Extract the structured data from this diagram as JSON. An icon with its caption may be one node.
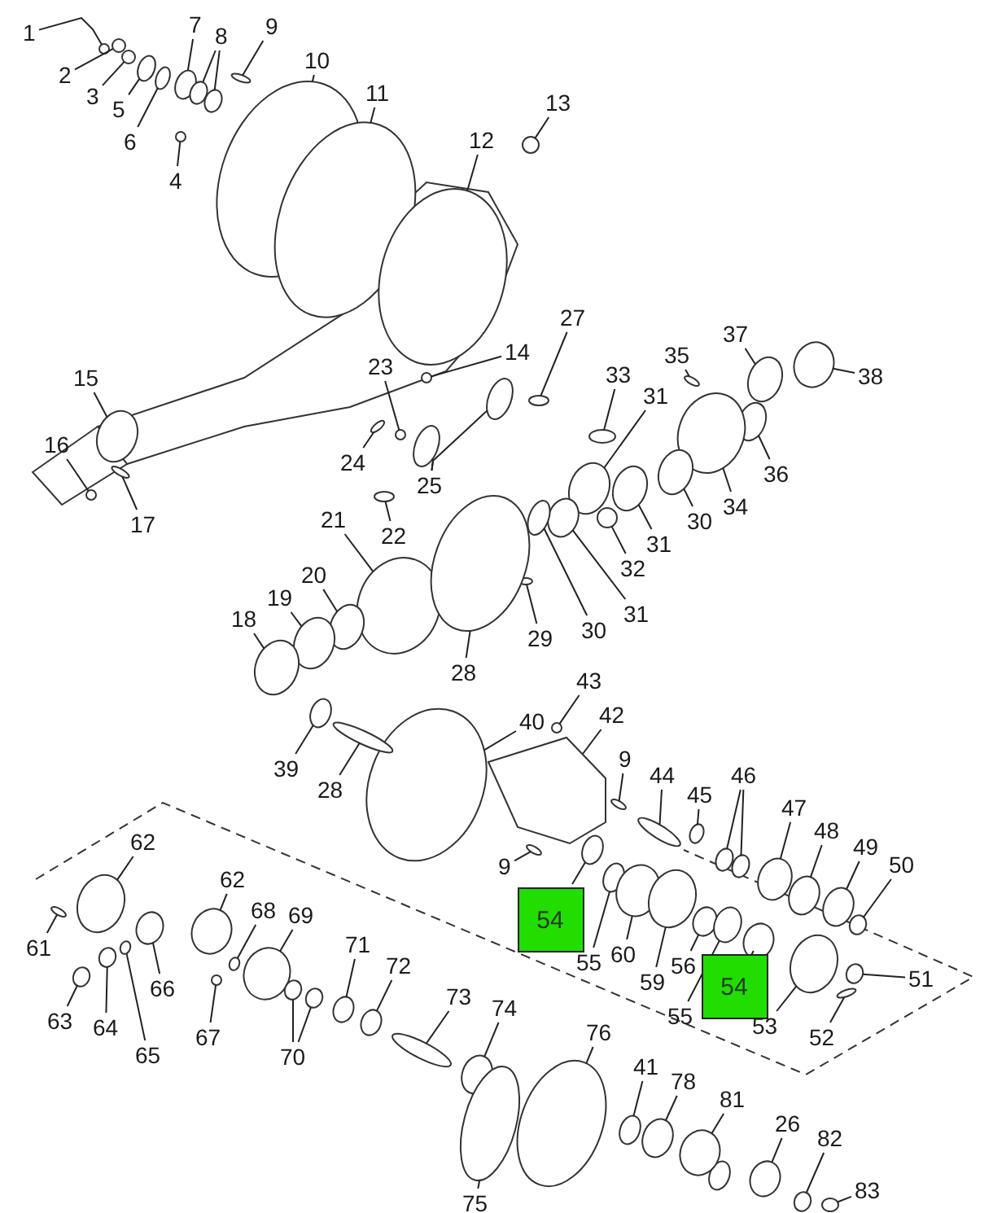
{
  "diagram": {
    "nodes": [
      {
        "text": [
          "1"
        ]
      },
      {
        "text": [
          "2"
        ]
      },
      {
        "text": [
          "3"
        ]
      },
      {
        "text": [
          "5"
        ]
      },
      {
        "text": [
          "6"
        ]
      },
      {
        "text": [
          "7"
        ]
      },
      {
        "text": [
          "8"
        ]
      },
      {
        "text": [
          "9"
        ]
      },
      {
        "text": [
          "10"
        ]
      },
      {
        "text": [
          "4"
        ]
      },
      {
        "text": [
          "11"
        ]
      },
      {
        "text": [
          "12"
        ]
      },
      {
        "text": [
          "13"
        ]
      },
      {
        "text": [
          "14"
        ]
      },
      {
        "text": [
          "15"
        ]
      },
      {
        "text": [
          "27"
        ]
      },
      {
        "text": [
          "23"
        ]
      },
      {
        "text": [
          "33"
        ]
      },
      {
        "text": [
          "35"
        ]
      },
      {
        "text": [
          "37"
        ]
      },
      {
        "text": [
          "38"
        ]
      },
      {
        "text": [
          "31"
        ]
      },
      {
        "text": [
          "16"
        ]
      },
      {
        "text": [
          "17"
        ]
      },
      {
        "text": [
          "24"
        ]
      },
      {
        "text": [
          "25"
        ]
      },
      {
        "text": [
          "36"
        ]
      },
      {
        "text": [
          "34"
        ]
      },
      {
        "text": [
          "30"
        ]
      },
      {
        "text": [
          "22"
        ]
      },
      {
        "text": [
          "21"
        ]
      },
      {
        "text": [
          "31"
        ]
      },
      {
        "text": [
          "32"
        ]
      },
      {
        "text": [
          "20"
        ]
      },
      {
        "text": [
          "19"
        ]
      },
      {
        "text": [
          "31"
        ]
      },
      {
        "text": [
          "30"
        ]
      },
      {
        "text": [
          "18"
        ]
      },
      {
        "text": [
          "29"
        ]
      },
      {
        "text": [
          "28"
        ]
      },
      {
        "text": [
          "43"
        ]
      },
      {
        "text": [
          "40"
        ]
      },
      {
        "text": [
          "42"
        ]
      },
      {
        "text": [
          "9"
        ]
      },
      {
        "text": [
          "39"
        ]
      },
      {
        "text": [
          "44"
        ]
      },
      {
        "text": [
          "46"
        ]
      },
      {
        "text": [
          "28"
        ]
      },
      {
        "text": [
          "45"
        ]
      },
      {
        "text": [
          "47"
        ]
      },
      {
        "text": [
          "48"
        ]
      },
      {
        "text": [
          "62"
        ]
      },
      {
        "text": [
          "50"
        ]
      },
      {
        "text": [
          "49"
        ]
      },
      {
        "text": [
          "9"
        ]
      },
      {
        "text": [
          "54"
        ]
      },
      {
        "text": [
          "62"
        ]
      },
      {
        "text": [
          "68"
        ]
      },
      {
        "text": [
          "69"
        ]
      },
      {
        "text": [
          "55"
        ]
      },
      {
        "text": [
          "60"
        ]
      },
      {
        "text": [
          "71"
        ]
      },
      {
        "text": [
          "61"
        ]
      },
      {
        "text": [
          "56"
        ]
      },
      {
        "text": [
          "72"
        ]
      },
      {
        "text": [
          "51"
        ]
      },
      {
        "text": [
          "59"
        ]
      },
      {
        "text": [
          "54"
        ]
      },
      {
        "text": [
          "66"
        ]
      },
      {
        "text": [
          "73"
        ]
      },
      {
        "text": [
          "55"
        ]
      },
      {
        "text": [
          "74"
        ]
      },
      {
        "text": [
          "63"
        ]
      },
      {
        "text": [
          "53"
        ]
      },
      {
        "text": [
          "64"
        ]
      },
      {
        "text": [
          "76"
        ]
      },
      {
        "text": [
          "52"
        ]
      },
      {
        "text": [
          "67"
        ]
      },
      {
        "text": [
          "65"
        ]
      },
      {
        "text": [
          "70"
        ]
      },
      {
        "text": [
          "41"
        ]
      },
      {
        "text": [
          "78"
        ]
      },
      {
        "text": [
          "81"
        ]
      },
      {
        "text": [
          "26"
        ]
      },
      {
        "text": [
          "82"
        ]
      },
      {
        "text": [
          "75"
        ]
      },
      {
        "text": [
          "83"
        ]
      },
      {
        "text": [],
        "shape": "circle"
      },
      {
        "text": [],
        "shape": "circle"
      },
      {
        "text": [],
        "shape": "circle"
      },
      {
        "text": [],
        "shape": "circle"
      },
      {
        "text": [],
        "shape": "circle"
      },
      {
        "text": [],
        "shape": "circle"
      },
      {
        "text": [],
        "shape": "circle"
      },
      {
        "text": [],
        "shape": "circle"
      },
      {
        "text": [],
        "shape": "circle"
      },
      {
        "text": [],
        "shape": "circle"
      },
      {
        "text": [],
        "shape": "circle"
      },
      {
        "text": [],
        "shape": "circle"
      },
      {
        "text": [],
        "shape": "circle"
      },
      {
        "text": [],
        "shape": "circle"
      },
      {
        "text": [],
        "shape": "circle"
      },
      {
        "text": [],
        "shape": "circle"
      },
      {
        "text": [],
        "shape": "circle"
      },
      {
        "text": [],
        "shape": "circle"
      },
      {
        "text": [],
        "shape": "circle"
      },
      {
        "text": [],
        "shape": "circle"
      },
      {
        "text": [],
        "shape": "circle"
      },
      {
        "text": [],
        "shape": "circle"
      },
      {
        "text": [],
        "shape": "circle"
      },
      {
        "text": [],
        "shape": "circle"
      },
      {
        "text": [],
        "shape": "circle"
      },
      {
        "text": [],
        "shape": "circle"
      },
      {
        "text": [],
        "shape": "circle"
      },
      {
        "text": [],
        "shape": "circle"
      },
      {
        "text": [],
        "shape": "circle"
      },
      {
        "text": [],
        "shape": "circle"
      },
      {
        "text": [],
        "shape": "circle"
      },
      {
        "text": [],
        "shape": "circle"
      },
      {
        "text": [],
        "shape": "circle"
      },
      {
        "text": [],
        "shape": "circle"
      },
      {
        "text": [],
        "shape": "circle"
      },
      {
        "text": [],
        "shape": "circle"
      },
      {
        "text": [],
        "shape": "circle"
      },
      {
        "text": [],
        "shape": "circle"
      },
      {
        "text": [],
        "shape": "circle"
      },
      {
        "text": [],
        "shape": "circle"
      },
      {
        "text": [],
        "shape": "circle"
      },
      {
        "text": [],
        "shape": "circle"
      },
      {
        "text": [],
        "shape": "circle"
      },
      {
        "text": [],
        "shape": "circle"
      },
      {
        "text": [],
        "shape": "box"
      },
      {
        "text": [],
        "shape": "circle"
      },
      {
        "text": [],
        "shape": "circle"
      },
      {
        "text": [],
        "shape": "circle"
      },
      {
        "text": [],
        "shape": "circle"
      },
      {
        "text": [],
        "shape": "circle"
      },
      {
        "text": [],
        "shape": "circle"
      },
      {
        "text": [],
        "shape": "circle"
      },
      {
        "text": [],
        "shape": "circle"
      },
      {
        "text": [],
        "shape": "circle"
      },
      {
        "text": [],
        "shape": "circle"
      },
      {
        "text": [],
        "shape": "circle"
      },
      {
        "text": [],
        "shape": "circle"
      },
      {
        "text": [],
        "shape": "circle"
      },
      {
        "text": [],
        "shape": "circle"
      },
      {
        "text": [],
        "shape": "circle"
      },
      {
        "text": [],
        "shape": "circle"
      },
      {
        "text": [],
        "shape": "circle"
      },
      {
        "text": [],
        "shape": "circle"
      },
      {
        "text": [],
        "shape": "circle"
      },
      {
        "text": [],
        "shape": "circle"
      },
      {
        "text": [],
        "shape": "circle"
      },
      {
        "text": [],
        "shape": "circle"
      },
      {
        "text": [],
        "shape": "circle"
      },
      {
        "text": [],
        "shape": "circle"
      },
      {
        "text": [],
        "shape": "circle"
      },
      {
        "text": [],
        "shape": "circle"
      },
      {
        "text": [],
        "shape": "circle"
      },
      {
        "text": [],
        "shape": "circle"
      },
      {
        "text": [],
        "shape": "circle"
      },
      {
        "text": [],
        "shape": "circle"
      },
      {
        "text": [],
        "shape": "circle"
      },
      {
        "text": [],
        "shape": "circle"
      },
      {
        "text": [],
        "shape": "circle"
      },
      {
        "text": [],
        "shape": "circle"
      },
      {
        "text": [],
        "shape": "circle"
      },
      {
        "text": [],
        "shape": "circle"
      },
      {
        "text": [],
        "shape": "circle"
      },
      {
        "text": [],
        "shape": "circle"
      },
      {
        "text": [],
        "shape": "circle"
      },
      {
        "text": [],
        "shape": "circle"
      },
      {
        "text": [],
        "shape": "circle"
      },
      {
        "text": [],
        "shape": "circle"
      },
      {
        "text": [],
        "shape": "circle"
      },
      {
        "text": [],
        "shape": "circle"
      },
      {
        "text": [],
        "shape": "circle"
      },
      {
        "text": [],
        "shape": "circle"
      }
    ],
    "edges": [
      {
        "from": 0,
        "to": 87,
        "arrow": "none"
      },
      {
        "from": 1,
        "to": 88,
        "arrow": "none"
      },
      {
        "from": 2,
        "to": 89,
        "arrow": "none"
      },
      {
        "from": 3,
        "to": 90,
        "arrow": "none"
      },
      {
        "from": 4,
        "to": 91,
        "arrow": "none"
      },
      {
        "from": 5,
        "to": 92,
        "arrow": "none"
      },
      {
        "from": 6,
        "to": 93,
        "arrow": "none"
      },
      {
        "from": 6,
        "to": 94,
        "arrow": "none"
      },
      {
        "from": 7,
        "to": 95,
        "arrow": "none"
      },
      {
        "from": 8,
        "to": 96,
        "arrow": "none"
      },
      {
        "from": 9,
        "to": 97,
        "arrow": "none"
      },
      {
        "from": 10,
        "to": 98,
        "arrow": "none"
      },
      {
        "from": 11,
        "to": 99,
        "arrow": "none"
      },
      {
        "from": 12,
        "to": 100,
        "arrow": "none"
      },
      {
        "from": 13,
        "to": 101,
        "arrow": "none"
      },
      {
        "from": 14,
        "to": 102,
        "arrow": "none"
      },
      {
        "from": 15,
        "to": 103,
        "arrow": "none"
      },
      {
        "from": 16,
        "to": 104,
        "arrow": "none"
      },
      {
        "from": 17,
        "to": 105,
        "arrow": "none"
      },
      {
        "from": 18,
        "to": 106,
        "arrow": "none"
      },
      {
        "from": 19,
        "to": 107,
        "arrow": "none"
      },
      {
        "from": 20,
        "to": 108,
        "arrow": "none"
      },
      {
        "from": 21,
        "to": 109,
        "arrow": "none"
      },
      {
        "from": 22,
        "to": 110,
        "arrow": "none"
      },
      {
        "from": 23,
        "to": 111,
        "arrow": "none"
      },
      {
        "from": 24,
        "to": 112,
        "arrow": "none"
      },
      {
        "from": 25,
        "to": 113,
        "arrow": "none"
      },
      {
        "from": 25,
        "to": 114,
        "arrow": "none"
      },
      {
        "from": 26,
        "to": 115,
        "arrow": "none"
      },
      {
        "from": 27,
        "to": 116,
        "arrow": "none"
      },
      {
        "from": 28,
        "to": 117,
        "arrow": "none"
      },
      {
        "from": 29,
        "to": 118,
        "arrow": "none"
      },
      {
        "from": 30,
        "to": 119,
        "arrow": "none"
      },
      {
        "from": 31,
        "to": 120,
        "arrow": "none"
      },
      {
        "from": 32,
        "to": 121,
        "arrow": "none"
      },
      {
        "from": 33,
        "to": 122,
        "arrow": "none"
      },
      {
        "from": 34,
        "to": 123,
        "arrow": "none"
      },
      {
        "from": 35,
        "to": 124,
        "arrow": "none"
      },
      {
        "from": 36,
        "to": 125,
        "arrow": "none"
      },
      {
        "from": 37,
        "to": 126,
        "arrow": "none"
      },
      {
        "from": 38,
        "to": 127,
        "arrow": "none"
      },
      {
        "from": 39,
        "to": 128,
        "arrow": "none"
      },
      {
        "from": 40,
        "to": 129,
        "arrow": "none"
      },
      {
        "from": 41,
        "to": 130,
        "arrow": "none"
      },
      {
        "from": 42,
        "to": 131,
        "arrow": "none"
      },
      {
        "from": 43,
        "to": 132,
        "arrow": "none"
      },
      {
        "from": 44,
        "to": 133,
        "arrow": "none"
      },
      {
        "from": 45,
        "to": 134,
        "arrow": "none"
      },
      {
        "from": 46,
        "to": 135,
        "arrow": "none"
      },
      {
        "from": 46,
        "to": 136,
        "arrow": "none"
      },
      {
        "from": 47,
        "to": 137,
        "arrow": "none"
      },
      {
        "from": 48,
        "to": 138,
        "arrow": "none"
      },
      {
        "from": 49,
        "to": 139,
        "arrow": "none"
      },
      {
        "from": 50,
        "to": 140,
        "arrow": "none"
      },
      {
        "from": 51,
        "to": 141,
        "arrow": "none"
      },
      {
        "from": 52,
        "to": 142,
        "arrow": "none"
      },
      {
        "from": 53,
        "to": 143,
        "arrow": "none"
      },
      {
        "from": 54,
        "to": 144,
        "arrow": "none"
      },
      {
        "from": 55,
        "to": 145,
        "arrow": "none"
      },
      {
        "from": 56,
        "to": 146,
        "arrow": "none"
      },
      {
        "from": 57,
        "to": 147,
        "arrow": "none"
      },
      {
        "from": 58,
        "to": 148,
        "arrow": "none"
      },
      {
        "from": 59,
        "to": 149,
        "arrow": "none"
      },
      {
        "from": 60,
        "to": 150,
        "arrow": "none"
      },
      {
        "from": 61,
        "to": 151,
        "arrow": "none"
      },
      {
        "from": 62,
        "to": 152,
        "arrow": "none"
      },
      {
        "from": 63,
        "to": 153,
        "arrow": "none"
      },
      {
        "from": 64,
        "to": 154,
        "arrow": "none"
      },
      {
        "from": 65,
        "to": 155,
        "arrow": "none"
      },
      {
        "from": 66,
        "to": 156,
        "arrow": "none"
      },
      {
        "from": 67,
        "to": 157,
        "arrow": "none"
      },
      {
        "from": 68,
        "to": 158,
        "arrow": "none"
      },
      {
        "from": 69,
        "to": 159,
        "arrow": "none"
      },
      {
        "from": 70,
        "to": 160,
        "arrow": "none"
      },
      {
        "from": 71,
        "to": 161,
        "arrow": "none"
      },
      {
        "from": 72,
        "to": 162,
        "arrow": "none"
      },
      {
        "from": 73,
        "to": 163,
        "arrow": "none"
      },
      {
        "from": 74,
        "to": 164,
        "arrow": "none"
      },
      {
        "from": 75,
        "to": 165,
        "arrow": "none"
      },
      {
        "from": 76,
        "to": 166,
        "arrow": "none"
      },
      {
        "from": 77,
        "to": 167,
        "arrow": "none"
      },
      {
        "from": 78,
        "to": 168,
        "arrow": "none"
      },
      {
        "from": 79,
        "to": 169,
        "arrow": "none"
      },
      {
        "from": 79,
        "to": 170,
        "arrow": "none"
      },
      {
        "from": 80,
        "to": 171,
        "arrow": "none"
      },
      {
        "from": 81,
        "to": 172,
        "arrow": "none"
      },
      {
        "from": 82,
        "to": 173,
        "arrow": "none"
      },
      {
        "from": 83,
        "to": 174,
        "arrow": "none"
      },
      {
        "from": 84,
        "to": 175,
        "arrow": "none"
      },
      {
        "from": 85,
        "to": 176,
        "arrow": "none"
      },
      {
        "from": 86,
        "to": 177,
        "arrow": "none"
      }
    ]
  }
}
